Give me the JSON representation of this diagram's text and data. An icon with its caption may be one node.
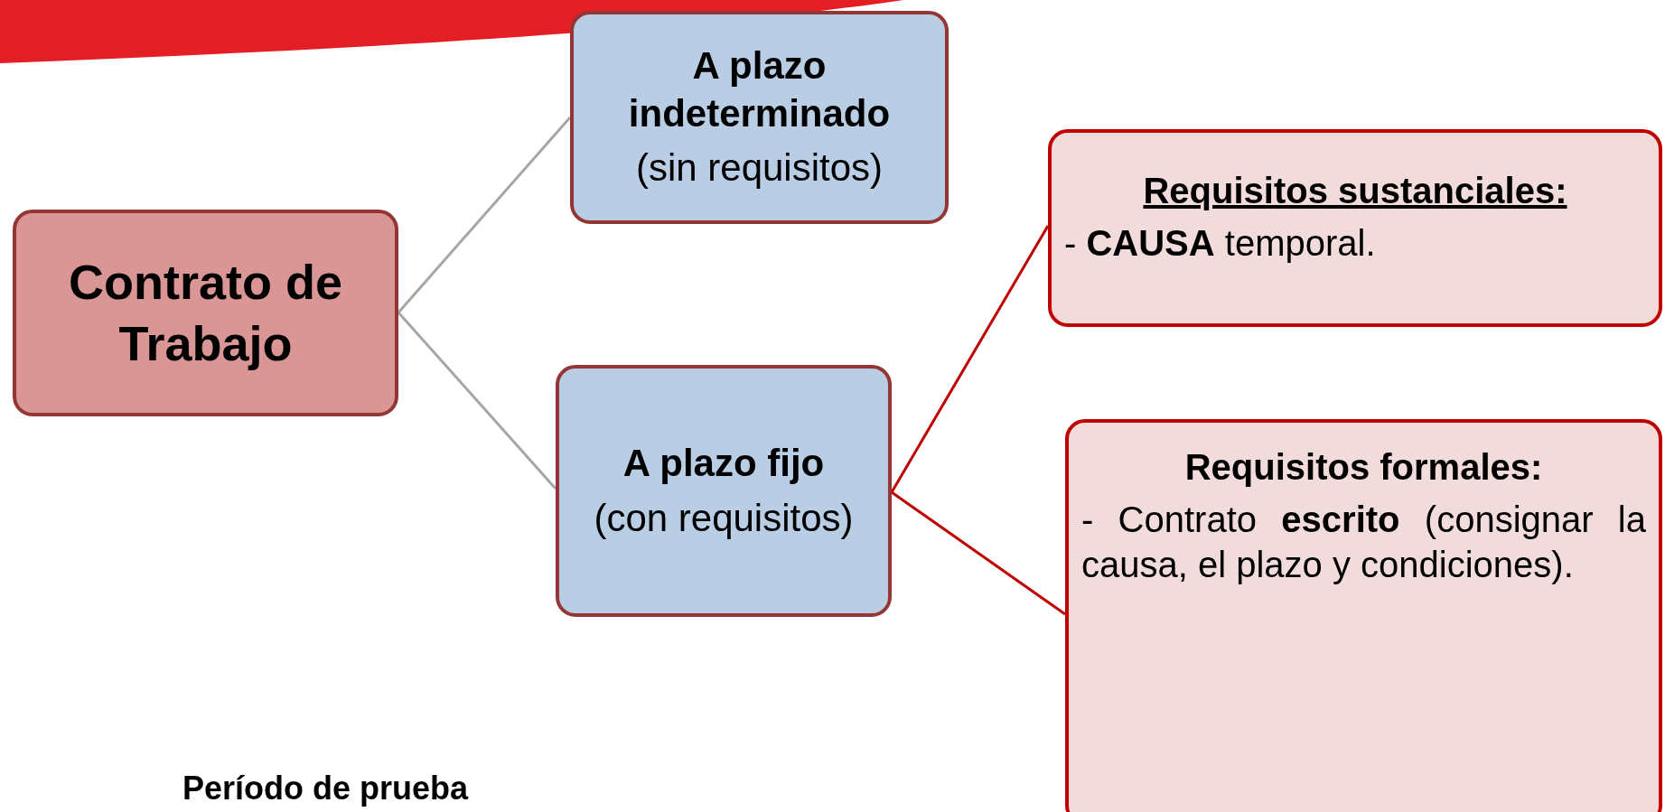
{
  "diagram": {
    "nodes": [
      {
        "text": [
          "Contrato de Trabajo"
        ]
      },
      {
        "text": [
          "A plazo indeterminado",
          "(sin requisitos)"
        ]
      },
      {
        "text": [
          "A plazo fijo",
          "(con requisitos)"
        ]
      },
      {
        "text": [
          "Requisitos sustanciales:",
          "- **CAUSA** temporal."
        ]
      },
      {
        "text": [
          "Requisitos formales:",
          "- Contrato **escrito** (consignar la causa, el plazo y condiciones)."
        ]
      }
    ],
    "edges": [
      {
        "from": 0,
        "to": 1,
        "arrow": "none"
      },
      {
        "from": 0,
        "to": 2,
        "arrow": "none"
      },
      {
        "from": 2,
        "to": 3,
        "arrow": "none",
        "color": "#c00000"
      },
      {
        "from": 2,
        "to": 4,
        "arrow": "none",
        "color": "#c00000"
      }
    ],
    "labels": [
      "Período de prueba"
    ]
  }
}
